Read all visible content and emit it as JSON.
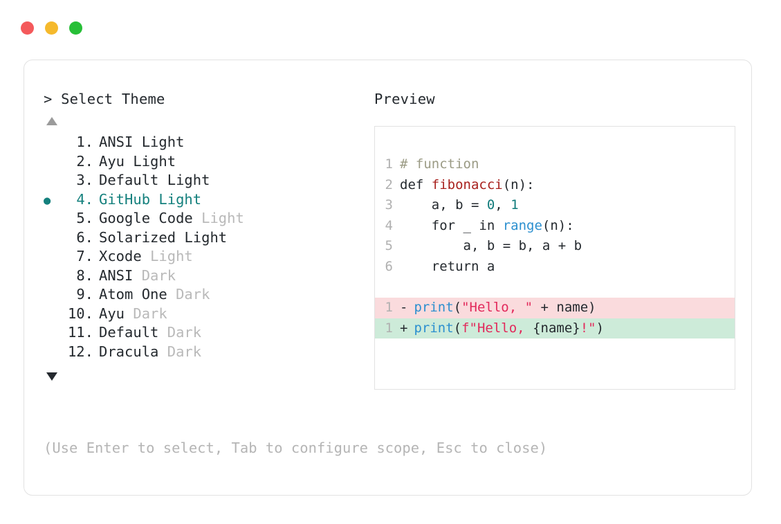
{
  "window": {
    "traffic_lights": [
      {
        "name": "close",
        "color": "#f4595b"
      },
      {
        "name": "minimize",
        "color": "#f5b92c"
      },
      {
        "name": "maximize",
        "color": "#27bf37"
      }
    ]
  },
  "prompt": {
    "chevron": ">",
    "title": "Select Theme",
    "scroll_up_icon": "triangle-up",
    "scroll_down_icon": "triangle-down"
  },
  "selection": {
    "selected_index": 4,
    "bullet": "●",
    "accent_color": "#14807d"
  },
  "themes": [
    {
      "num": "1.",
      "name": "ANSI",
      "variant": "Light",
      "variant_muted": false,
      "selected": false
    },
    {
      "num": "2.",
      "name": "Ayu",
      "variant": "Light",
      "variant_muted": false,
      "selected": false
    },
    {
      "num": "3.",
      "name": "Default",
      "variant": "Light",
      "variant_muted": false,
      "selected": false
    },
    {
      "num": "4.",
      "name": "GitHub",
      "variant": "Light",
      "variant_muted": false,
      "selected": true
    },
    {
      "num": "5.",
      "name": "Google Code",
      "variant": "Light",
      "variant_muted": true,
      "selected": false
    },
    {
      "num": "6.",
      "name": "Solarized",
      "variant": "Light",
      "variant_muted": false,
      "selected": false
    },
    {
      "num": "7.",
      "name": "Xcode",
      "variant": "Light",
      "variant_muted": true,
      "selected": false
    },
    {
      "num": "8.",
      "name": "ANSI",
      "variant": "Dark",
      "variant_muted": true,
      "selected": false
    },
    {
      "num": "9.",
      "name": "Atom One",
      "variant": "Dark",
      "variant_muted": true,
      "selected": false
    },
    {
      "num": "10.",
      "name": "Ayu",
      "variant": "Dark",
      "variant_muted": true,
      "selected": false
    },
    {
      "num": "11.",
      "name": "Default",
      "variant": "Dark",
      "variant_muted": true,
      "selected": false
    },
    {
      "num": "12.",
      "name": "Dracula",
      "variant": "Dark",
      "variant_muted": true,
      "selected": false
    }
  ],
  "preview": {
    "title": "Preview",
    "code_lines": [
      {
        "ln": "1",
        "tokens": [
          {
            "t": "# function",
            "c": "t-com"
          }
        ]
      },
      {
        "ln": "2",
        "tokens": [
          {
            "t": "def ",
            "c": "t-kw"
          },
          {
            "t": "fibonacci",
            "c": "t-fn"
          },
          {
            "t": "(n):",
            "c": "t-pun"
          }
        ]
      },
      {
        "ln": "3",
        "tokens": [
          {
            "t": "    a, b = ",
            "c": "t-plain"
          },
          {
            "t": "0",
            "c": "t-num"
          },
          {
            "t": ", ",
            "c": "t-plain"
          },
          {
            "t": "1",
            "c": "t-num"
          }
        ]
      },
      {
        "ln": "4",
        "tokens": [
          {
            "t": "    for _ in ",
            "c": "t-plain"
          },
          {
            "t": "range",
            "c": "t-bi"
          },
          {
            "t": "(n):",
            "c": "t-pun"
          }
        ]
      },
      {
        "ln": "5",
        "tokens": [
          {
            "t": "        a, b = b, a + b",
            "c": "t-plain"
          }
        ]
      },
      {
        "ln": "6",
        "tokens": [
          {
            "t": "    return a",
            "c": "t-plain"
          }
        ]
      }
    ],
    "diff_lines": [
      {
        "ln": "1",
        "mark": "-",
        "kind": "minus",
        "bg": "#fadbdd",
        "tokens": [
          {
            "t": "print",
            "c": "t-call"
          },
          {
            "t": "(",
            "c": "t-pun"
          },
          {
            "t": "\"Hello, \"",
            "c": "t-str"
          },
          {
            "t": " + name)",
            "c": "t-plain"
          }
        ]
      },
      {
        "ln": "1",
        "mark": "+",
        "kind": "plus",
        "bg": "#cdebd9",
        "tokens": [
          {
            "t": "print",
            "c": "t-call"
          },
          {
            "t": "(",
            "c": "t-pun"
          },
          {
            "t": "f\"Hello, ",
            "c": "t-str"
          },
          {
            "t": "{name}",
            "c": "t-plain"
          },
          {
            "t": "!\"",
            "c": "t-str"
          },
          {
            "t": ")",
            "c": "t-pun"
          }
        ]
      }
    ]
  },
  "footer": {
    "hint": "(Use Enter to select, Tab to configure scope, Esc to close)"
  }
}
